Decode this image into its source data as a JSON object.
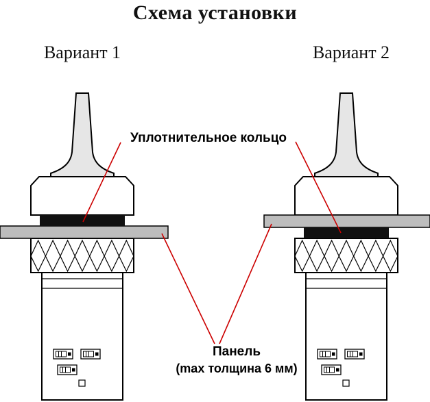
{
  "title": "Схема установки",
  "variants": [
    {
      "label": "Вариант 1"
    },
    {
      "label": "Вариант 2"
    }
  ],
  "annotations": {
    "sealing_ring": "Уплотнительное кольцо",
    "panel_line1": "Панель",
    "panel_line2": "(max толщина 6 мм)"
  },
  "colors": {
    "leader_line": "#cc0000",
    "sealing_ring": "#111111",
    "panel_fill": "#bdbdbd",
    "lever_fill": "#e6e6e6",
    "outline": "#000000"
  }
}
